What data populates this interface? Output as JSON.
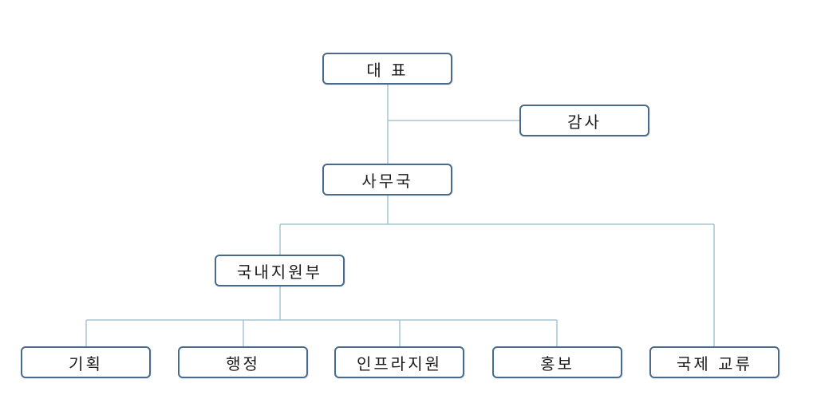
{
  "org_chart": {
    "nodes": {
      "ceo": "대 표",
      "auditor": "감사",
      "secretariat": "사무국",
      "domestic_support": "국내지원부",
      "planning": "기획",
      "administration": "행정",
      "infrastructure_support": "인프라지원",
      "public_relations": "홍보",
      "international_exchange": "국제 교류"
    },
    "colors": {
      "connector": "#a9c4d4",
      "box_border": "#4a6a8a"
    }
  }
}
